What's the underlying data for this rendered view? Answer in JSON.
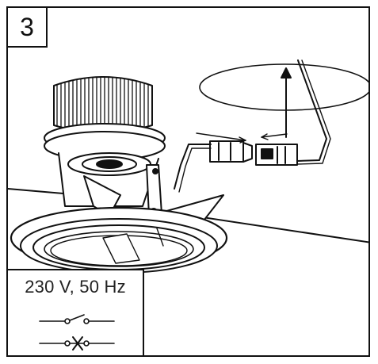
{
  "step": {
    "number": "3"
  },
  "power": {
    "label": "230 V, 50 Hz"
  },
  "icons": {
    "switch_on": "switch-on-icon",
    "switch_off": "switch-off-icon",
    "ceiling_cutout": "ceiling-cutout",
    "downlight": "downlight-fixture",
    "connector": "connector-block",
    "arrow": "up-arrow"
  },
  "colors": {
    "line": "#111111",
    "background": "#ffffff"
  }
}
